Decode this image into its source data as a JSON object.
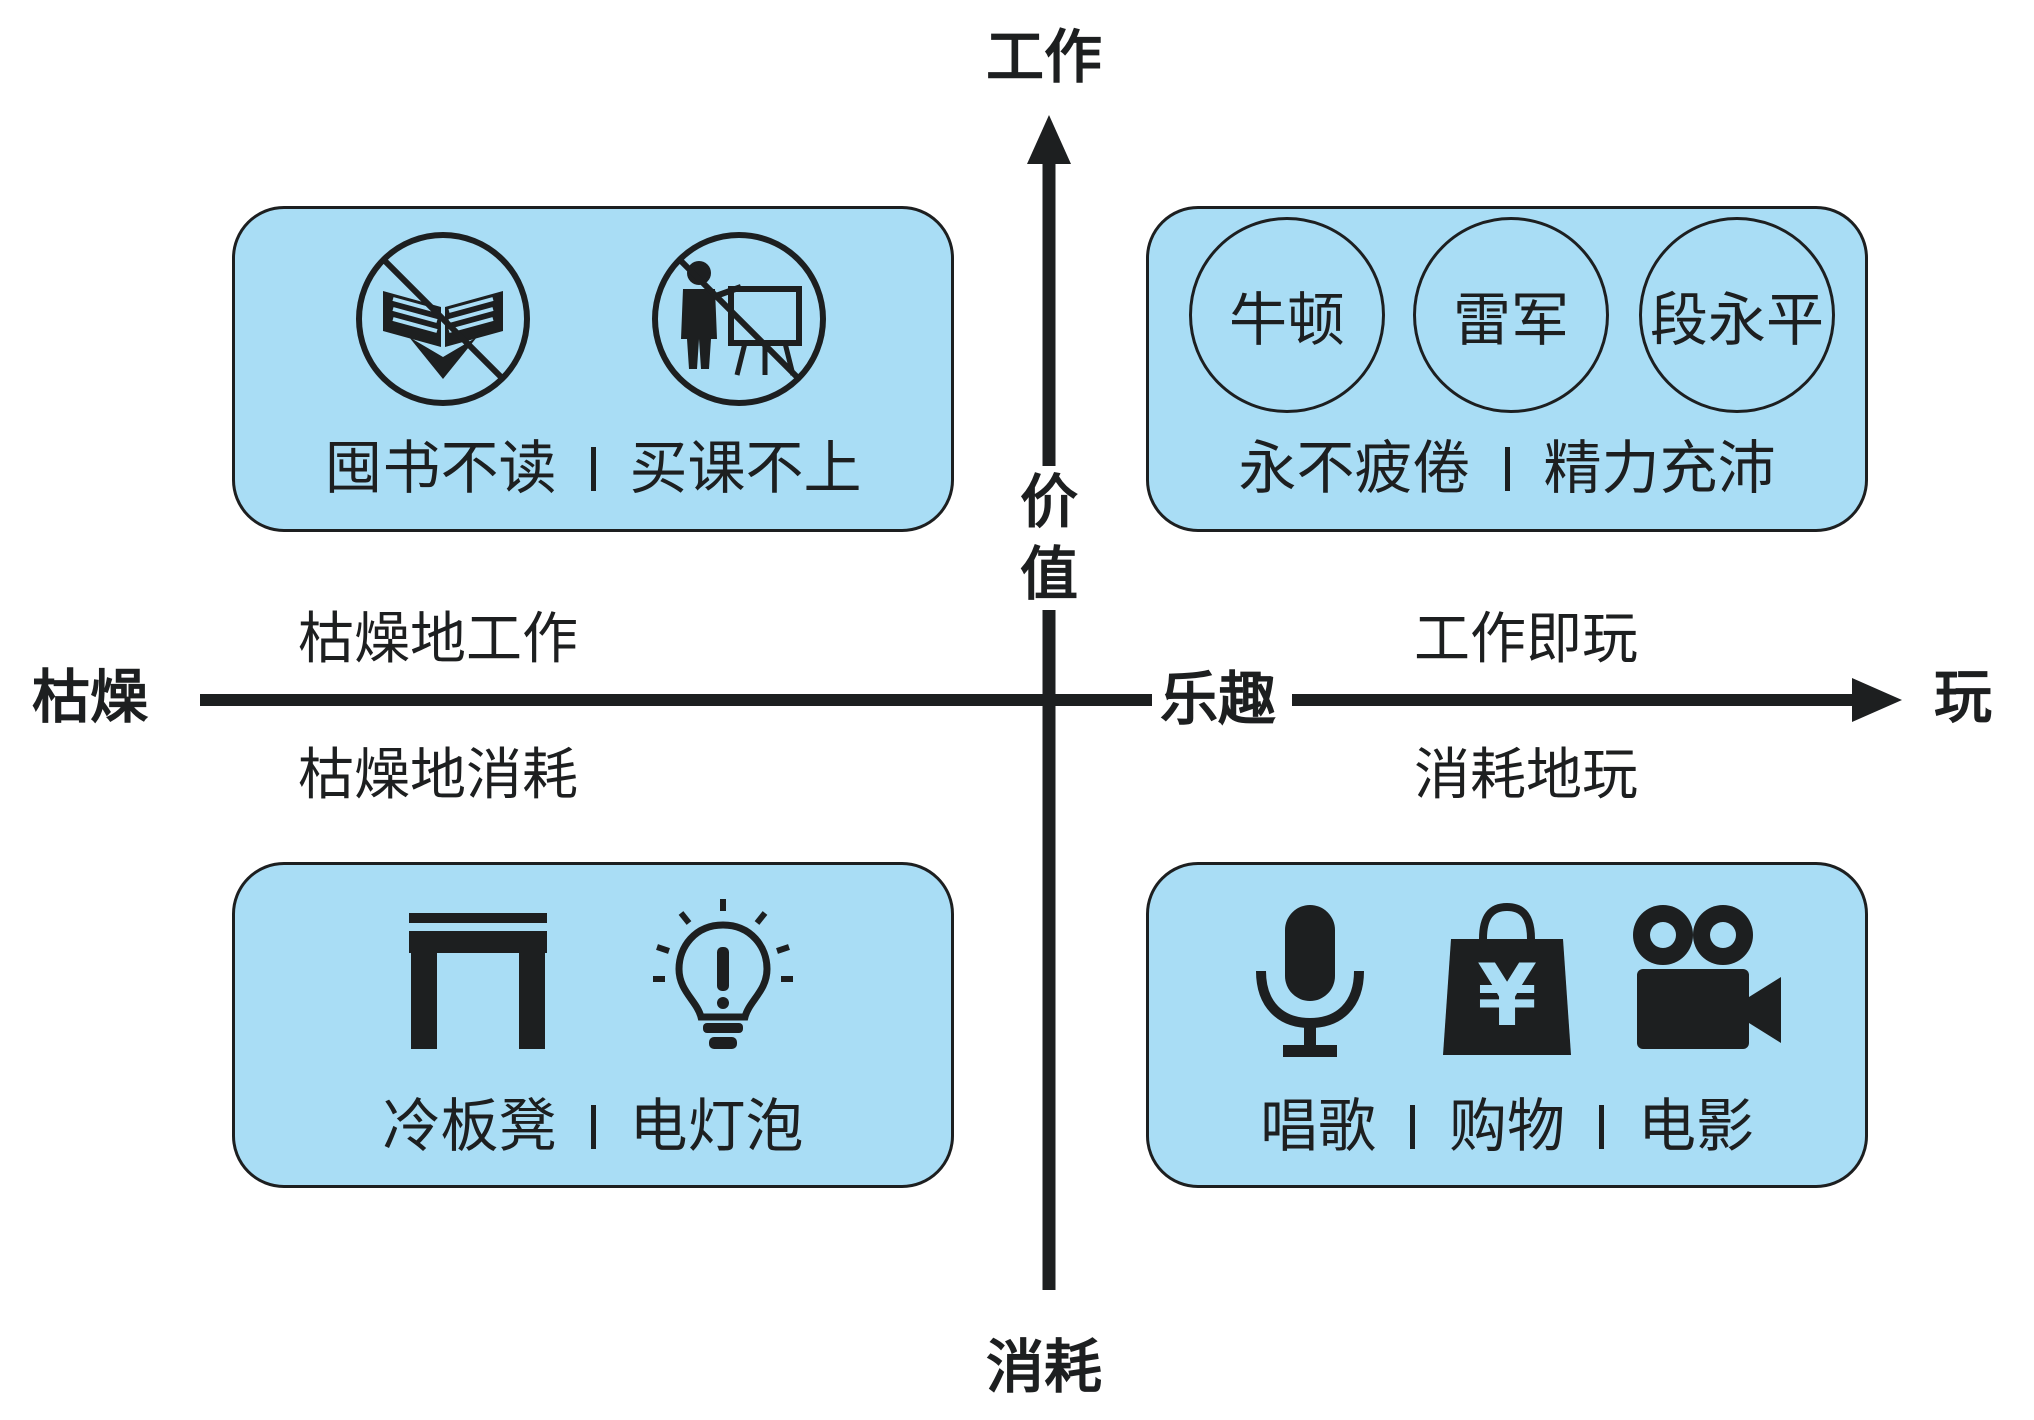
{
  "axes": {
    "top_label": "工作",
    "bottom_label": "消耗",
    "left_label": "枯燥",
    "right_label": "玩",
    "vertical_axis_name": "价值",
    "vertical_axis_name_chars": [
      "价",
      "值"
    ],
    "horizontal_axis_name": "乐趣"
  },
  "quadrant_labels": {
    "top_left": "枯燥地工作",
    "bottom_left": "枯燥地消耗",
    "top_right": "工作即玩",
    "bottom_right": "消耗地玩"
  },
  "boxes": {
    "top_left": {
      "captions": [
        "囤书不读",
        "买课不上"
      ],
      "icons": [
        "no-reading-book-icon",
        "no-lecture-presenter-icon"
      ]
    },
    "top_right": {
      "people": [
        "牛顿",
        "雷军",
        "段永平"
      ],
      "captions": [
        "永不疲倦",
        "精力充沛"
      ]
    },
    "bottom_left": {
      "captions": [
        "冷板凳",
        "电灯泡"
      ],
      "icons": [
        "bench-icon",
        "lightbulb-icon"
      ]
    },
    "bottom_right": {
      "captions": [
        "唱歌",
        "购物",
        "电影"
      ],
      "icons": [
        "microphone-icon",
        "shopping-bag-icon",
        "movie-camera-icon"
      ],
      "currency_symbol": "¥"
    }
  },
  "colors": {
    "box_fill": "#a9ddf5",
    "ink": "#1d1f20",
    "background": "#ffffff"
  }
}
